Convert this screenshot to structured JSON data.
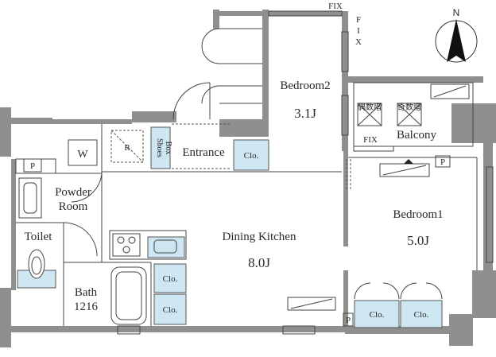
{
  "plan": {
    "rooms": {
      "bedroom2": {
        "name": "Bedroom2",
        "area": "3.1J"
      },
      "bedroom1": {
        "name": "Bedroom1",
        "area": "5.0J"
      },
      "dining_kitchen": {
        "name": "Dining Kitchen",
        "area": "8.0J"
      },
      "balcony": {
        "name": "Balcony"
      },
      "entrance": {
        "name": "Entrance"
      },
      "powder_room": {
        "line1": "Powder",
        "line2": "Room"
      },
      "toilet": {
        "name": "Toilet"
      },
      "bath": {
        "name": "Bath",
        "size": "1216"
      }
    },
    "labels": {
      "fix_top": "FIX",
      "fix_side": [
        "F",
        "I",
        "X"
      ],
      "fix_balcony": "FIX",
      "closet": "Clo.",
      "shoes_box": [
        "Shoes",
        "Box"
      ],
      "washer": "W",
      "refrigerator": "R",
      "pipe_space": "P",
      "even_floor_hatch": "偶数階",
      "odd_floor_hatch": "奇数階",
      "north": "N"
    }
  }
}
